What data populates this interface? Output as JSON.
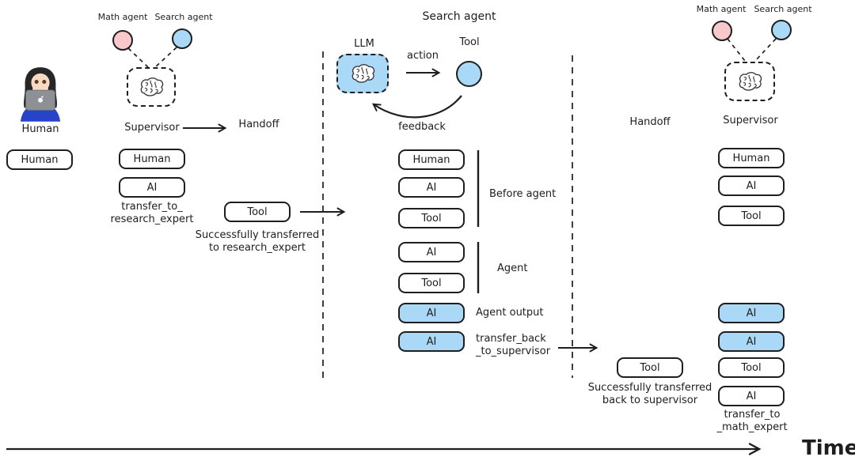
{
  "colors": {
    "agent_blue": "#a9d9f7",
    "agent_pink": "#f9c8ca",
    "stroke": "#1e1e1e"
  },
  "left": {
    "human_caption": "Human",
    "human_box": "Human",
    "math_agent_label": "Math agent",
    "search_agent_label": "Search agent",
    "supervisor_label": "Supervisor",
    "handoff_label": "Handoff",
    "messages": [
      "Human",
      "AI"
    ],
    "transfer_note": "transfer_to_\nresearch_expert",
    "tool_box": "Tool",
    "tool_note": "Successfully transferred\nto research_expert"
  },
  "middle": {
    "title": "Search agent",
    "llm_label": "LLM",
    "action_label": "action",
    "tool_label": "Tool",
    "feedback_label": "feedback",
    "messages": [
      "Human",
      "AI",
      "Tool",
      "AI",
      "Tool",
      "AI",
      "AI"
    ],
    "before_agent_label": "Before agent",
    "agent_label": "Agent",
    "agent_output_label": "Agent output",
    "transfer_back_note": "transfer_back\n_to_supervisor"
  },
  "right": {
    "math_agent_label": "Math agent",
    "search_agent_label": "Search agent",
    "handoff_label": "Handoff",
    "supervisor_label": "Supervisor",
    "tool_box": "Tool",
    "tool_note": "Successfully transferred\nback to supervisor",
    "messages": [
      "Human",
      "AI",
      "Tool",
      "AI",
      "AI",
      "Tool",
      "AI"
    ],
    "transfer_note": "transfer_to\n_math_expert"
  },
  "timeline": {
    "label": "Time"
  }
}
